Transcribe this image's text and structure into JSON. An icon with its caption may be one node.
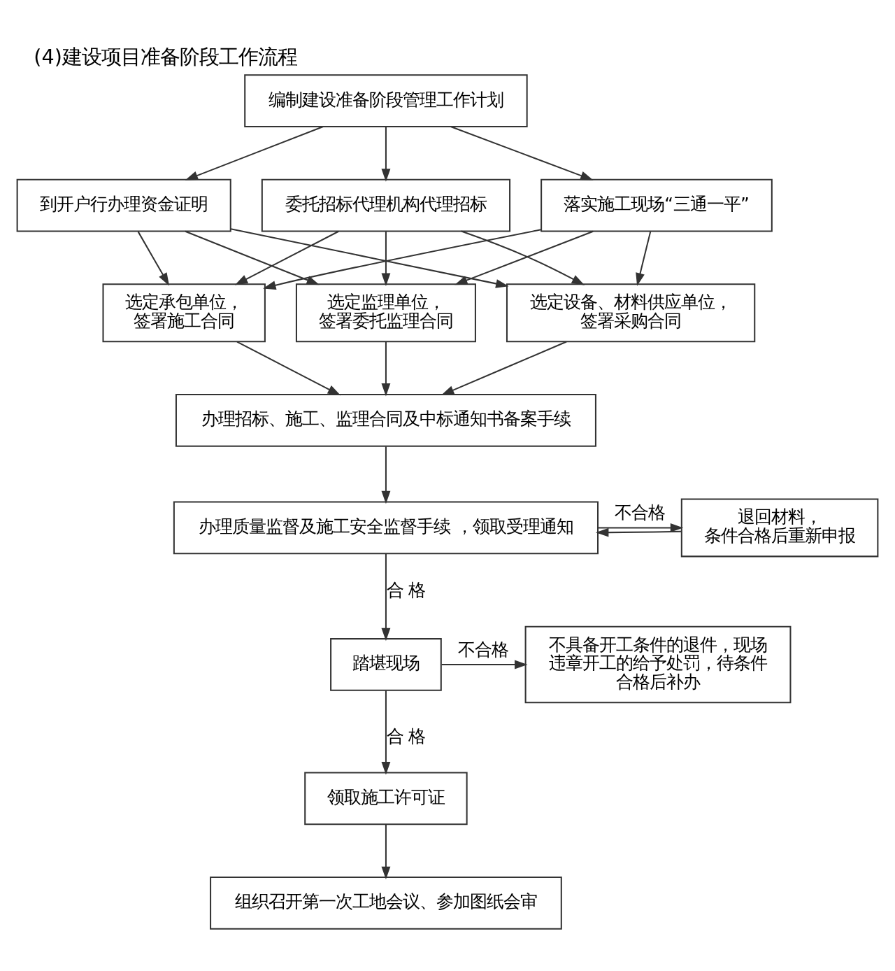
{
  "diagram": {
    "title": "(4)建设项目准备阶段工作流程",
    "nodes": [
      {
        "text": [
          "编制建设准备阶段管理工作计划"
        ]
      },
      {
        "text": [
          "到开户行办理资金证明"
        ]
      },
      {
        "text": [
          "落实施工现场“三通一平”"
        ]
      },
      {
        "text": [
          "委托招标代理机构代理招标"
        ]
      },
      {
        "text": [
          "选定承包单位，签署施工合同"
        ]
      },
      {
        "text": [
          "选定设备、材料供应单位，签署采购合同"
        ]
      },
      {
        "text": [
          "选定监理单位，签署委托监理合同"
        ]
      },
      {
        "text": [
          "办理招标、施工、监理合同及中标通知书备案手续"
        ]
      },
      {
        "text": [
          "办理质量监督及施工安全监督手续 ，领取受理通知"
        ]
      },
      {
        "text": [
          "退回材料，条件合格后重新申报"
        ]
      },
      {
        "text": [
          "踏堪现场"
        ]
      },
      {
        "text": [
          "不具备开工条件的退件，现场违章开工的给予处罚，待条件合格后补办"
        ]
      },
      {
        "text": [
          "领取施工许可证"
        ]
      },
      {
        "text": [
          "组织召开第一次工地会议、参加图纸会审"
        ]
      }
    ],
    "edges": [
      {
        "from": 0,
        "to": 1,
        "arrow": "to"
      },
      {
        "from": 0,
        "to": 2,
        "arrow": "to"
      },
      {
        "from": 0,
        "to": 3,
        "arrow": "to"
      },
      {
        "from": 1,
        "to": 4,
        "arrow": "to"
      },
      {
        "from": 1,
        "to": 5,
        "arrow": "to"
      },
      {
        "from": 1,
        "to": 6,
        "arrow": "to"
      },
      {
        "from": 2,
        "to": 4,
        "arrow": "to"
      },
      {
        "from": 2,
        "to": 5,
        "arrow": "to"
      },
      {
        "from": 2,
        "to": 6,
        "arrow": "to"
      },
      {
        "from": 3,
        "to": 4,
        "arrow": "to"
      },
      {
        "from": 3,
        "to": 5,
        "arrow": "to"
      },
      {
        "from": 3,
        "to": 6,
        "arrow": "to"
      },
      {
        "from": 4,
        "to": 7,
        "arrow": "to"
      },
      {
        "from": 5,
        "to": 7,
        "arrow": "to"
      },
      {
        "from": 6,
        "to": 7,
        "arrow": "to"
      },
      {
        "from": 7,
        "to": 8,
        "arrow": "to"
      },
      {
        "from": 8,
        "to": 9,
        "arrow": "to",
        "label": "不合格"
      },
      {
        "from": 9,
        "to": 8,
        "arrow": "to"
      },
      {
        "from": 8,
        "to": 10,
        "arrow": "to",
        "label": "合 格"
      },
      {
        "from": 10,
        "to": 11,
        "arrow": "to",
        "label": "不合格"
      },
      {
        "from": 10,
        "to": 12,
        "arrow": "to",
        "label": "合 格"
      },
      {
        "from": 12,
        "to": 13,
        "arrow": "to"
      }
    ]
  }
}
